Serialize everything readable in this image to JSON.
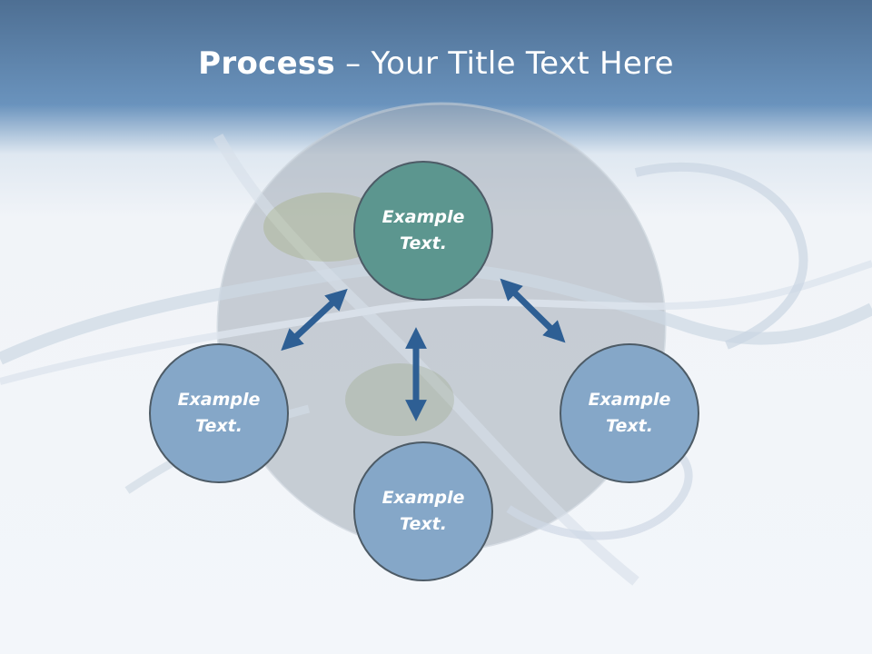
{
  "title": {
    "bold": "Process",
    "rest": " – Your Title Text Here"
  },
  "nodes": [
    {
      "id": "top",
      "label": "Example\nText."
    },
    {
      "id": "left",
      "label": "Example\nText."
    },
    {
      "id": "right",
      "label": "Example\nText."
    },
    {
      "id": "bottom",
      "label": "Example\nText."
    }
  ],
  "colors": {
    "top_node": "#5c968f",
    "side_node": "#85a7c8",
    "arrow": "#2e5f94"
  }
}
